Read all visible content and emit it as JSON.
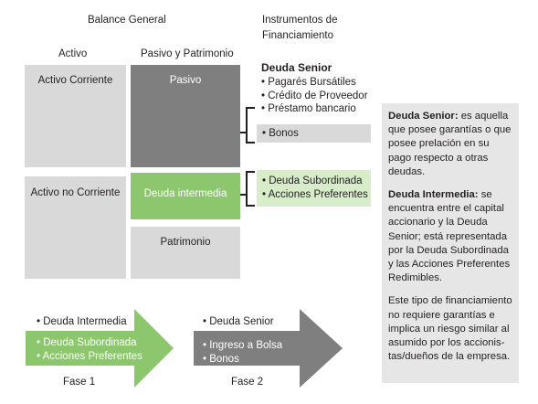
{
  "header": {
    "balance_title": "Balance General",
    "instruments_title": [
      "Instrumentos de",
      "Financiamiento"
    ]
  },
  "columns": {
    "activo": "Activo",
    "pasivo_patrimonio": "Pasivo y Patrimonio"
  },
  "boxes": {
    "activo_corriente": "Activo Corriente",
    "pasivo": "Pasivo",
    "activo_no_corriente": "Activo no Corriente",
    "deuda_intermedia": "Deuda intermedia",
    "patrimonio": "Patrimonio"
  },
  "instruments": {
    "senior_title": "Deuda Senior",
    "senior_items": [
      "• Pagarés Bursátiles",
      "• Crédito de Proveedor",
      "• Préstamo bancario"
    ],
    "bonos": "• Bonos",
    "intermediate_items": [
      "• Deuda Subordinada",
      "• Acciones Preferentes"
    ]
  },
  "explanation": {
    "senior_term": "Deuda Senior:",
    "senior_text": " es aquella que posee garantías o que posee prelación en su pago respecto a otras deudas.",
    "intermedia_term": "Deuda Intermedia:",
    "intermedia_text": " se encuentra entre el capital accionario y la Deuda Senior; está representada por la Deuda Subordinada y las Acciones Preferentes Redimibles.",
    "note": "Este tipo de financiamiento no requiere garantías e implica un riesgo similar al asumido por los accionis-tas/dueños de la empresa."
  },
  "phases": {
    "phase1_header": "• Deuda Intermedia",
    "phase1_items": [
      "• Deuda Subordinada",
      "• Acciones Preferentes"
    ],
    "phase1_label": "Fase 1",
    "phase2_header": "• Deuda Senior",
    "phase2_items": [
      "• Ingreso a Bolsa",
      "• Bonos"
    ],
    "phase2_label": "Fase 2"
  },
  "colors": {
    "green": "#8cc66d",
    "green_light": "#d7ecc9",
    "gray_dark": "#7f7f7f",
    "gray_light": "#d9d9d9",
    "panel": "#e6e6e6"
  }
}
